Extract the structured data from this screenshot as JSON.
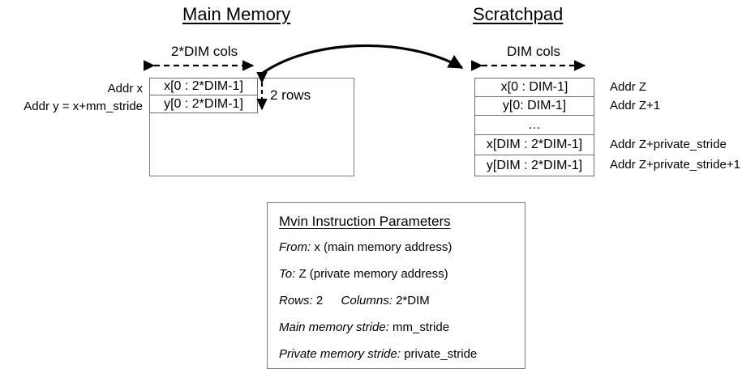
{
  "diagram": {
    "sections": [
      {
        "title": "Main Memory",
        "dim_caption": "2*DIM cols"
      },
      {
        "title": "Scratchpad",
        "dim_caption": "DIM cols"
      }
    ],
    "main_memory": {
      "title": "Main Memory",
      "cols_caption": "2*DIM cols",
      "rows_caption": "2 rows",
      "left_labels": [
        "Addr x",
        "Addr y = x+mm_stride"
      ],
      "cells": [
        "x[0 : 2*DIM-1]",
        "y[0 : 2*DIM-1]"
      ]
    },
    "scratchpad": {
      "title": "Scratchpad",
      "cols_caption": "DIM cols",
      "cells": [
        "x[0 : DIM-1]",
        "y[0: DIM-1]",
        "…",
        "x[DIM : 2*DIM-1]",
        "y[DIM : 2*DIM-1]"
      ],
      "right_labels": [
        "Addr Z",
        "Addr Z+1",
        "",
        "Addr Z+private_stride",
        "Addr Z+private_stride+1"
      ]
    },
    "parameters": {
      "title": "Mvin Instruction Parameters",
      "rows": [
        {
          "key": "From:",
          "value": "x (main memory address)"
        },
        {
          "key": "To:",
          "value": "Z (private memory address)"
        },
        {
          "key": "Rows:",
          "value": "2",
          "key2": "Columns:",
          "value2": "2*DIM"
        },
        {
          "key": "Main memory stride:",
          "value": "mm_stride"
        },
        {
          "key": "Private memory stride:",
          "value": "private_stride"
        }
      ]
    },
    "colors": {
      "stroke": "#000000",
      "box_border": "#808080",
      "background": "#ffffff"
    }
  }
}
